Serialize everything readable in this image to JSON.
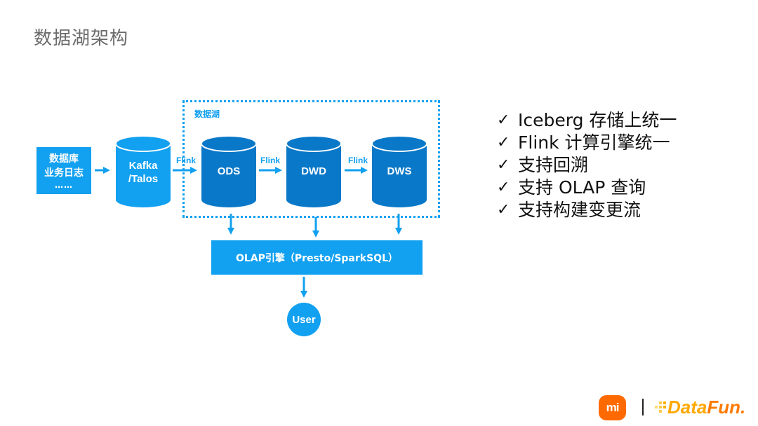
{
  "title": "数据湖架构",
  "diagram": {
    "source": {
      "lines": [
        "数据库",
        "业务日志",
        "……"
      ]
    },
    "queue": {
      "lines": [
        "Kafka",
        "/Talos"
      ]
    },
    "lake": {
      "label": "数据湖",
      "layers": [
        {
          "label": "ODS"
        },
        {
          "label": "DWD"
        },
        {
          "label": "DWS"
        }
      ]
    },
    "edges": {
      "flink_labels": [
        "Flink",
        "Flink",
        "Flink"
      ]
    },
    "olap": {
      "label": "OLAP引擎（Presto/SparkSQL）"
    },
    "user": {
      "label": "User"
    }
  },
  "bullets": [
    {
      "icon": "check-icon",
      "text": "Iceberg 存储上统一"
    },
    {
      "icon": "check-icon",
      "text": "Flink 计算引擎统一"
    },
    {
      "icon": "check-icon",
      "text": "支持回溯"
    },
    {
      "icon": "check-icon",
      "text": "支持 OLAP 查询"
    },
    {
      "icon": "check-icon",
      "text": "支持构建变更流"
    }
  ],
  "check_glyph": "✓",
  "footer": {
    "mi_logo_text": "mi",
    "datafun_text_a": "Data",
    "datafun_text_b": "Fun."
  },
  "colors": {
    "light_blue": "#12a0f0",
    "dark_blue": "#0a78c8",
    "title_gray": "#6b6b6b",
    "mi_orange": "#ff6a00",
    "datafun_yellow": "#ffa800"
  }
}
